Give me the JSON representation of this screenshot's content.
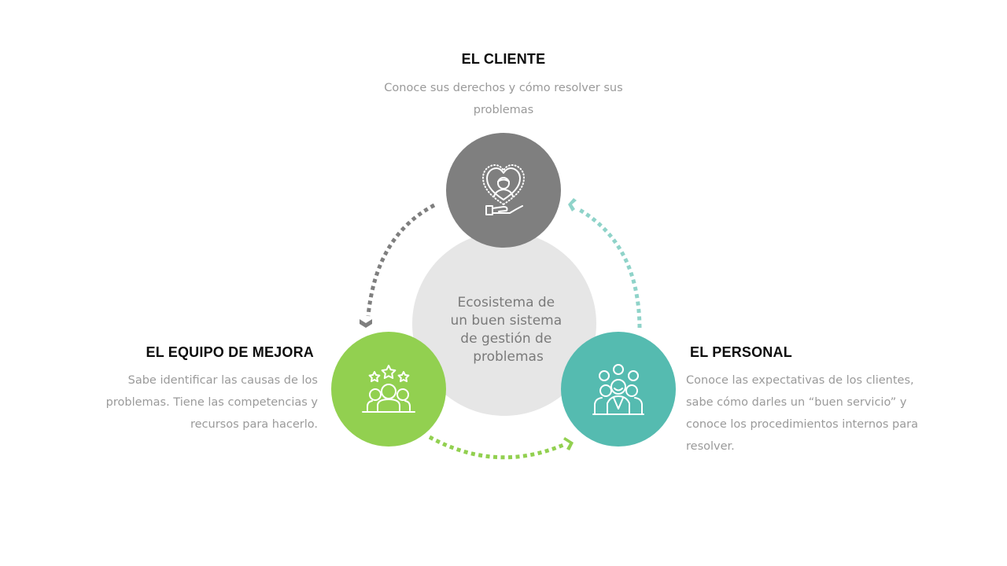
{
  "center": {
    "lines": [
      "Ecosistema de",
      "un buen sistema",
      "de gestión de",
      "problemas"
    ]
  },
  "nodes": {
    "cliente": {
      "title": "EL CLIENTE",
      "description": "Conoce sus derechos y cómo resolver sus problemas",
      "icon": "heart-hand-person-icon",
      "color": "#7f7f7f"
    },
    "equipo": {
      "title": "EL EQUIPO DE MEJORA",
      "description": "Sabe identificar las causas de los problemas. Tiene las competencias y recursos para hacerlo.",
      "icon": "team-stars-icon",
      "color": "#92d050"
    },
    "personal": {
      "title": "EL PERSONAL",
      "description": "Conoce las expectativas de los clientes, sabe cómo darles un “buen servicio” y conoce los procedimientos internos para resolver.",
      "icon": "staff-group-icon",
      "color": "#55bbb0"
    }
  },
  "colors": {
    "center_fill": "#e6e6e6",
    "center_text": "#7a7a7a",
    "title_text": "#0d0d0d",
    "desc_text": "#9a9a9a",
    "arrow_gray": "#7f7f7f",
    "arrow_green": "#92d050",
    "arrow_teal": "#8fd3c9"
  }
}
